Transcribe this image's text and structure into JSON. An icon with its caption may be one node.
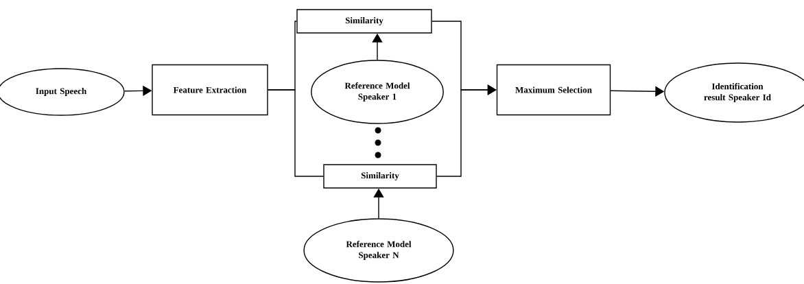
{
  "diagram": {
    "nodes": [
      {
        "text": [
          "Input Speech"
        ]
      },
      {
        "text": [
          "Feature Extraction"
        ]
      },
      {
        "text": [
          "Similarity"
        ]
      },
      {
        "text": [
          "Reference Model Speaker 1"
        ]
      },
      {
        "text": [
          "Similarity"
        ]
      },
      {
        "text": [
          "Reference Model Speaker N"
        ]
      },
      {
        "text": [
          "Maximum Selection"
        ]
      },
      {
        "text": [
          "Identification result Speaker Id"
        ]
      }
    ],
    "edges": [
      {
        "from": 0,
        "to": 1,
        "arrow": "to"
      },
      {
        "from": 1,
        "to": 2,
        "arrow": "none"
      },
      {
        "from": 1,
        "to": 4,
        "arrow": "none"
      },
      {
        "from": 3,
        "to": 2,
        "arrow": "to"
      },
      {
        "from": 5,
        "to": 4,
        "arrow": "to"
      },
      {
        "from": 2,
        "to": 6,
        "arrow": "to"
      },
      {
        "from": 4,
        "to": 6,
        "arrow": "to"
      },
      {
        "from": 6,
        "to": 7,
        "arrow": "to"
      }
    ]
  }
}
